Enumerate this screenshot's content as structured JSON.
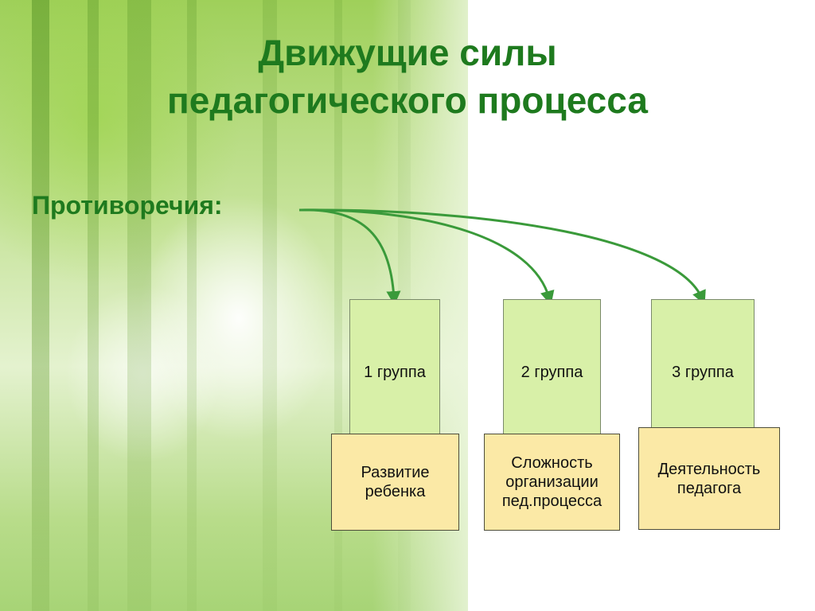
{
  "slide": {
    "title_line1": "Движущие силы",
    "title_line2": "педагогического процесса",
    "subheading": "Противоречия:"
  },
  "groups": [
    {
      "label": "1 группа",
      "description": "Развитие\nребенка"
    },
    {
      "label": "2 группа",
      "description": "Сложность\nорганизации\nпед.процесса"
    },
    {
      "label": "3 группа",
      "description": "Деятельность\nпедагога"
    }
  ],
  "colors": {
    "title": "#1e7a1e",
    "arrow": "#3a9a3a",
    "group_box": "#d8f0a8",
    "description_box": "#fbe9a6"
  }
}
